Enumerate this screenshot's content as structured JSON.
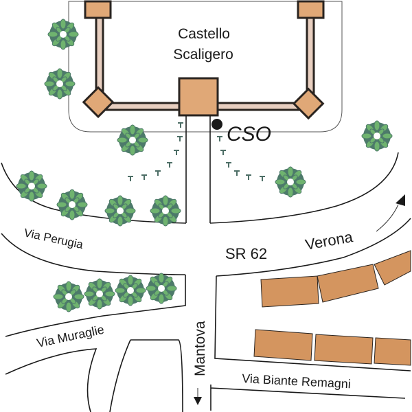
{
  "map": {
    "title": "Castello Scaligero area map",
    "colors": {
      "building_fill": "#d4955f",
      "tower_fill": "#e0a877",
      "wall_fill": "#e8cfc0",
      "outline": "#2a2420",
      "tree_light": "#6fb36f",
      "tree_dark": "#4d7a6a",
      "marker": "#1a1a1a"
    },
    "labels": {
      "castle_line1": "Castello",
      "castle_line2": "Scaligero",
      "cso": "CSO",
      "via_perugia": "Via Perugia",
      "sr62": "SR 62",
      "verona": "Verona",
      "via_muraglie": "Via Muraglie",
      "mantova": "Mantova",
      "via_biante_remagni": "Via Biante Remagni"
    },
    "icons": {
      "cso_marker": "filled-circle",
      "verona_arrow": "arrow-up-right",
      "mantova_arrow": "arrow-down"
    }
  }
}
